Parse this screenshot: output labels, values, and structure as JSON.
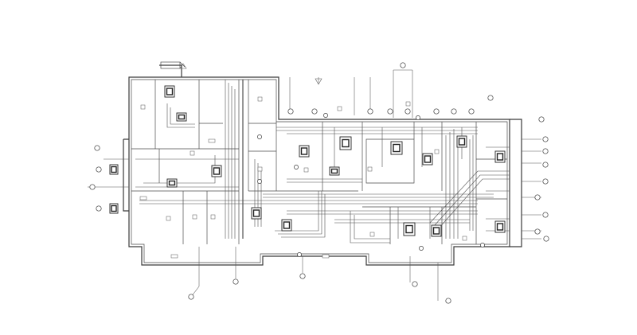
{
  "drawing": {
    "kind": "hvac-floor-plan",
    "background": "#ffffff",
    "line_color": "#3a3a3a",
    "has_title_text": false
  },
  "callout_marks": {
    "text": "",
    "count": 36
  },
  "room_tags": {
    "text": "",
    "count": 18
  },
  "equipment_units": {
    "count": 16,
    "icon": "ac-unit-icon"
  }
}
